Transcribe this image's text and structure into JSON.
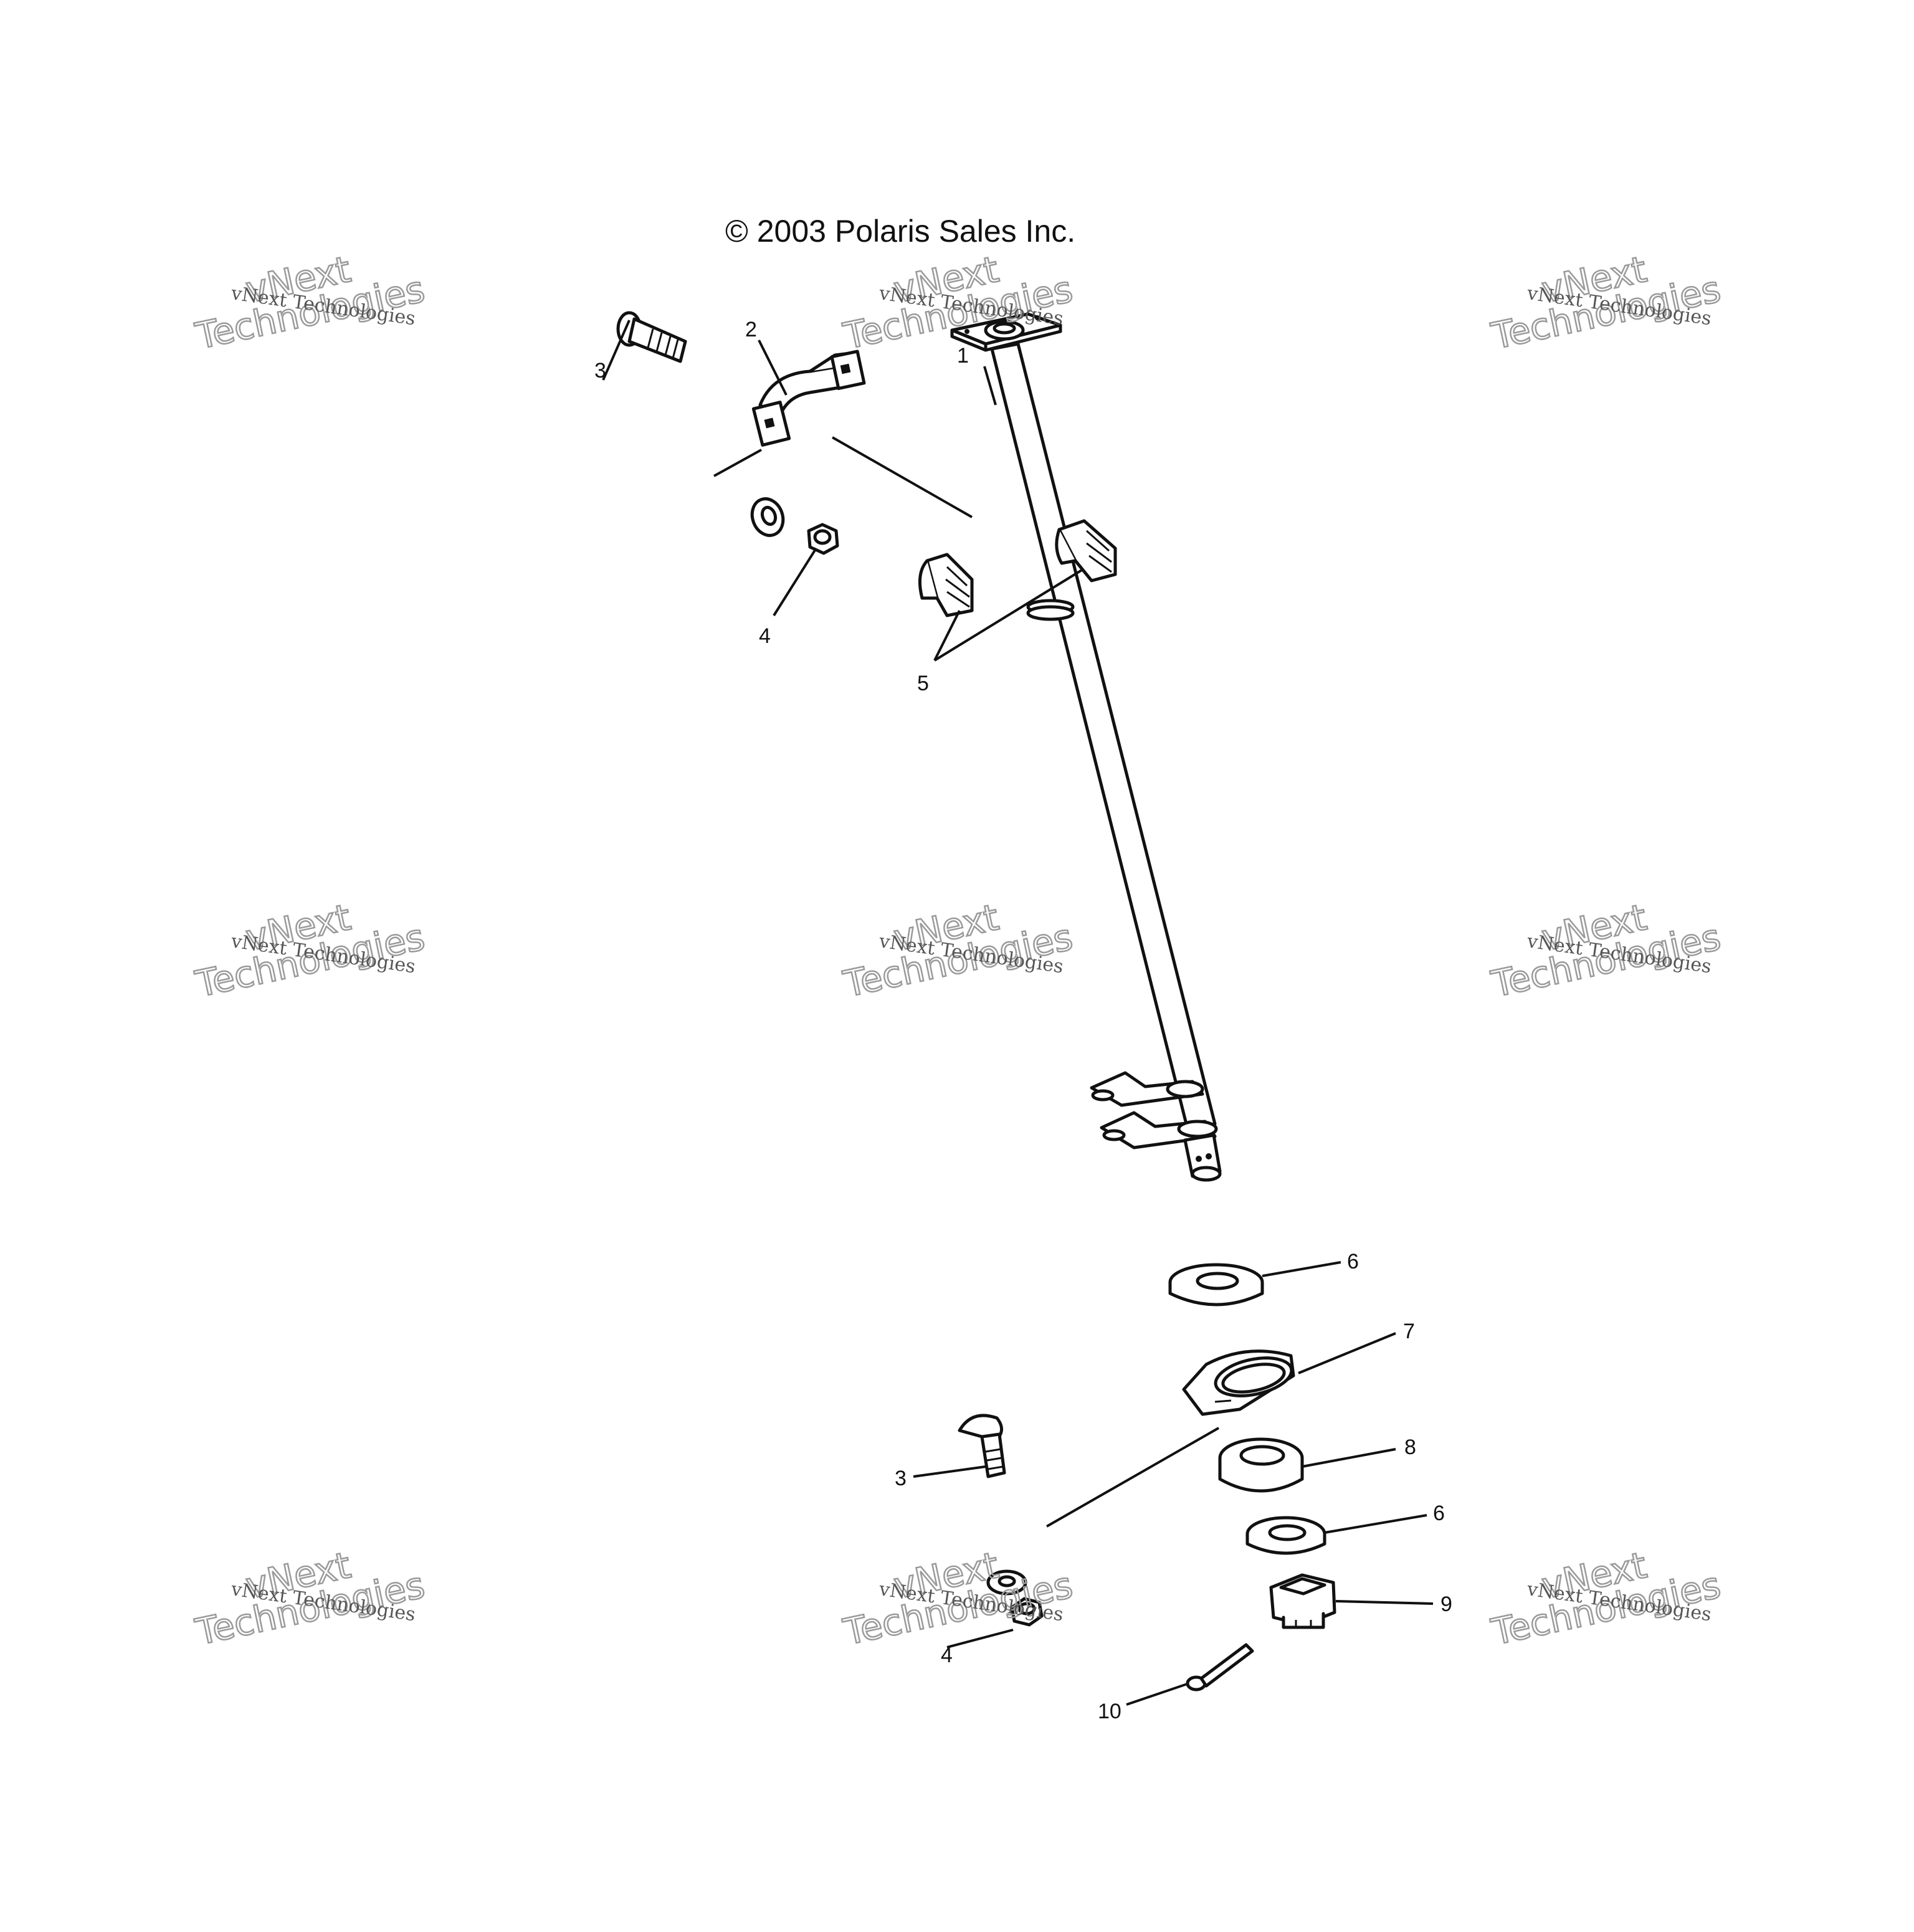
{
  "diagram": {
    "copyright": "© 2003 Polaris Sales Inc.",
    "callouts": [
      "1",
      "2",
      "3",
      "4",
      "5",
      "6",
      "7",
      "3",
      "8",
      "6",
      "4",
      "9",
      "10"
    ],
    "watermark": {
      "line_small": "vNext Technologies",
      "line_big_1": "vNext",
      "line_big_2": "Technologies"
    }
  }
}
